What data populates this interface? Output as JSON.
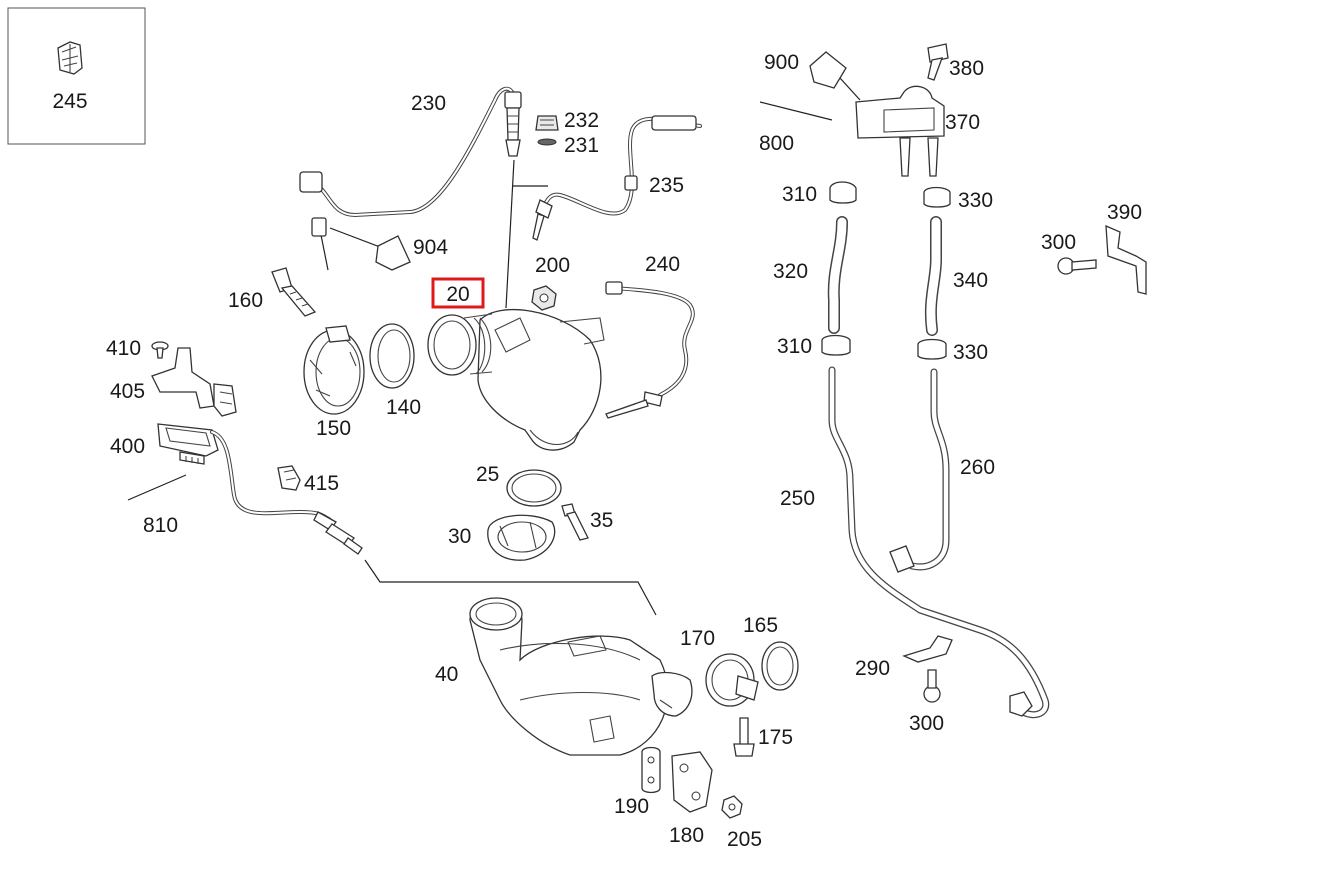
{
  "diagram": {
    "inset_label": "245",
    "highlight": {
      "label": "20",
      "color": "#e0191b"
    },
    "labels": {
      "l230": "230",
      "l232": "232",
      "l231": "231",
      "l235": "235",
      "l904": "904",
      "l160": "160",
      "l200": "200",
      "l240": "240",
      "l150": "150",
      "l140": "140",
      "l410": "410",
      "l405": "405",
      "l400": "400",
      "l810": "810",
      "l415": "415",
      "l25": "25",
      "l35": "35",
      "l30": "30",
      "l40": "40",
      "l170": "170",
      "l165": "165",
      "l175": "175",
      "l190": "190",
      "l180": "180",
      "l205": "205",
      "l900": "900",
      "l380": "380",
      "l370": "370",
      "l800": "800",
      "l310a": "310",
      "l330a": "330",
      "l390": "390",
      "l300a": "300",
      "l320": "320",
      "l340": "340",
      "l310b": "310",
      "l330b": "330",
      "l260": "260",
      "l250": "250",
      "l290": "290",
      "l300b": "300"
    }
  }
}
